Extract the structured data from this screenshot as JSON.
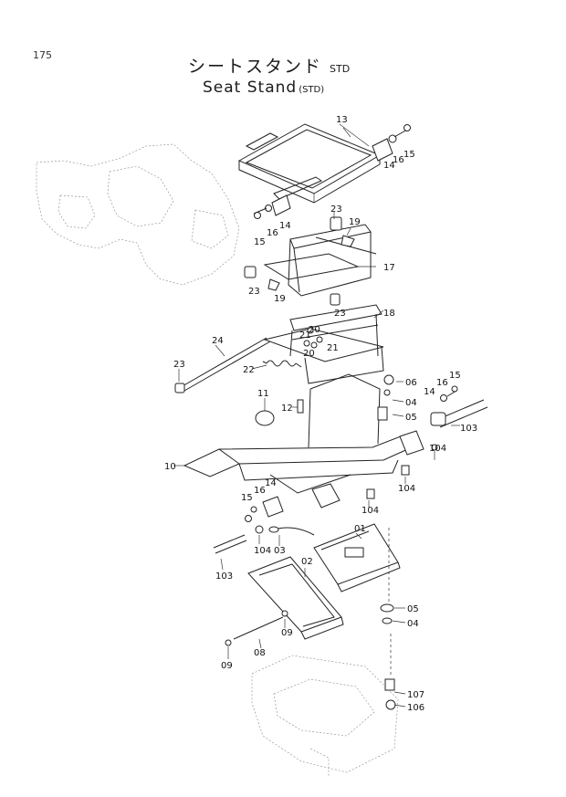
{
  "header": {
    "page_number": "175",
    "title_jp": "シートスタンド",
    "title_jp_suffix": "STD",
    "title_en": "Seat Stand",
    "title_en_suffix": "(STD)"
  },
  "labels": {
    "l13": "13",
    "l15a": "15",
    "l16a": "16",
    "l14a": "14",
    "l23a": "23",
    "l14b": "14",
    "l16b": "16",
    "l15b": "15",
    "l19a": "19",
    "l17": "17",
    "l23b": "23",
    "l19b": "19",
    "l23c": "23",
    "l18": "18",
    "l20a": "20",
    "l21a": "21",
    "l20b": "20",
    "l21b": "21",
    "l24": "24",
    "l22": "22",
    "l23d": "23",
    "l11": "11",
    "l12": "12",
    "l06": "06",
    "l04a": "04",
    "l05a": "05",
    "l14c": "14",
    "l16c": "16",
    "l15c": "15",
    "l103a": "103",
    "l104a": "104",
    "l10": "10",
    "l104b": "104",
    "l15d": "15",
    "l16d": "16",
    "l14d": "14",
    "l01": "01",
    "l104c": "104",
    "l03": "03",
    "l103b": "103",
    "l02": "02",
    "l05b": "05",
    "l04b": "04",
    "l09a": "09",
    "l08": "08",
    "l09b": "09",
    "l107": "107",
    "l106": "106"
  }
}
